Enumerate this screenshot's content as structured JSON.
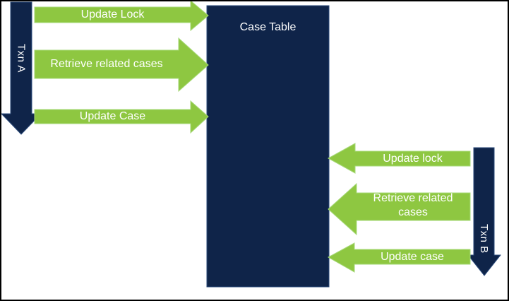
{
  "colors": {
    "background": "#ffffff",
    "frame_border": "#000000",
    "navy": "#0f2449",
    "green": "#8ec741",
    "label_text": "#ffffff"
  },
  "diagram": {
    "case_table": {
      "label": "Case Table"
    },
    "txn_a": {
      "label": "Txn A",
      "direction": "down",
      "steps": [
        {
          "label": "Update Lock"
        },
        {
          "label": "Retrieve related cases"
        },
        {
          "label": "Update Case"
        }
      ]
    },
    "txn_b": {
      "label": "Txn B",
      "direction": "down",
      "steps": [
        {
          "label": "Update lock"
        },
        {
          "label": "Retrieve related cases"
        },
        {
          "label": "Update case"
        }
      ]
    }
  }
}
